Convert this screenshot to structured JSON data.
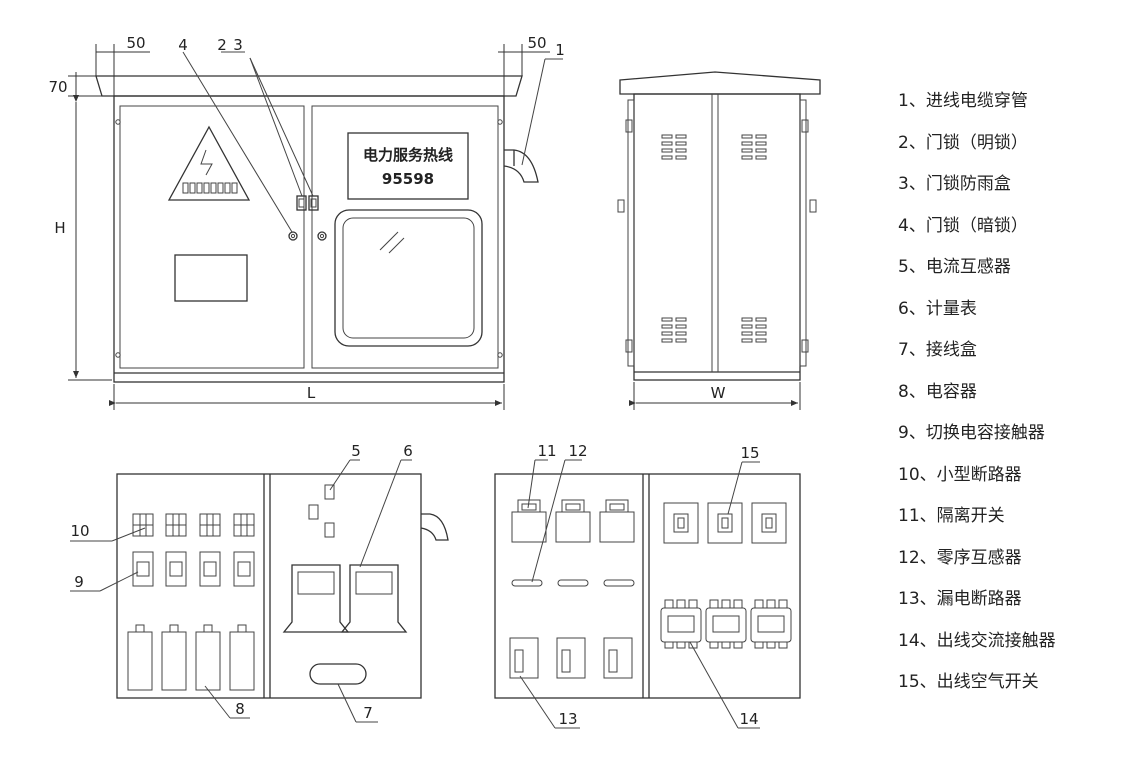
{
  "dimensions": {
    "width_left": "50",
    "width_right": "50",
    "roof_height": "70",
    "height": "H",
    "length": "L",
    "depth": "W"
  },
  "hotline_sign": {
    "line1": "电力服务热线",
    "line2": "95598"
  },
  "callout_numbers": {
    "front": [
      "1",
      "2",
      "3",
      "4"
    ],
    "bottom_left": [
      "5",
      "6",
      "7",
      "8",
      "9",
      "10"
    ],
    "bottom_right": [
      "11",
      "12",
      "13",
      "14",
      "15"
    ]
  },
  "legend": [
    "1、进线电缆穿管",
    "2、门锁（明锁）",
    "3、门锁防雨盒",
    "4、门锁（暗锁）",
    "5、电流互感器",
    "6、计量表",
    "7、接线盒",
    "8、电容器",
    "9、切换电容接触器",
    "10、小型断路器",
    "11、隔离开关",
    "12、零序互感器",
    "13、漏电断路器",
    "14、出线交流接触器",
    "15、出线空气开关"
  ]
}
